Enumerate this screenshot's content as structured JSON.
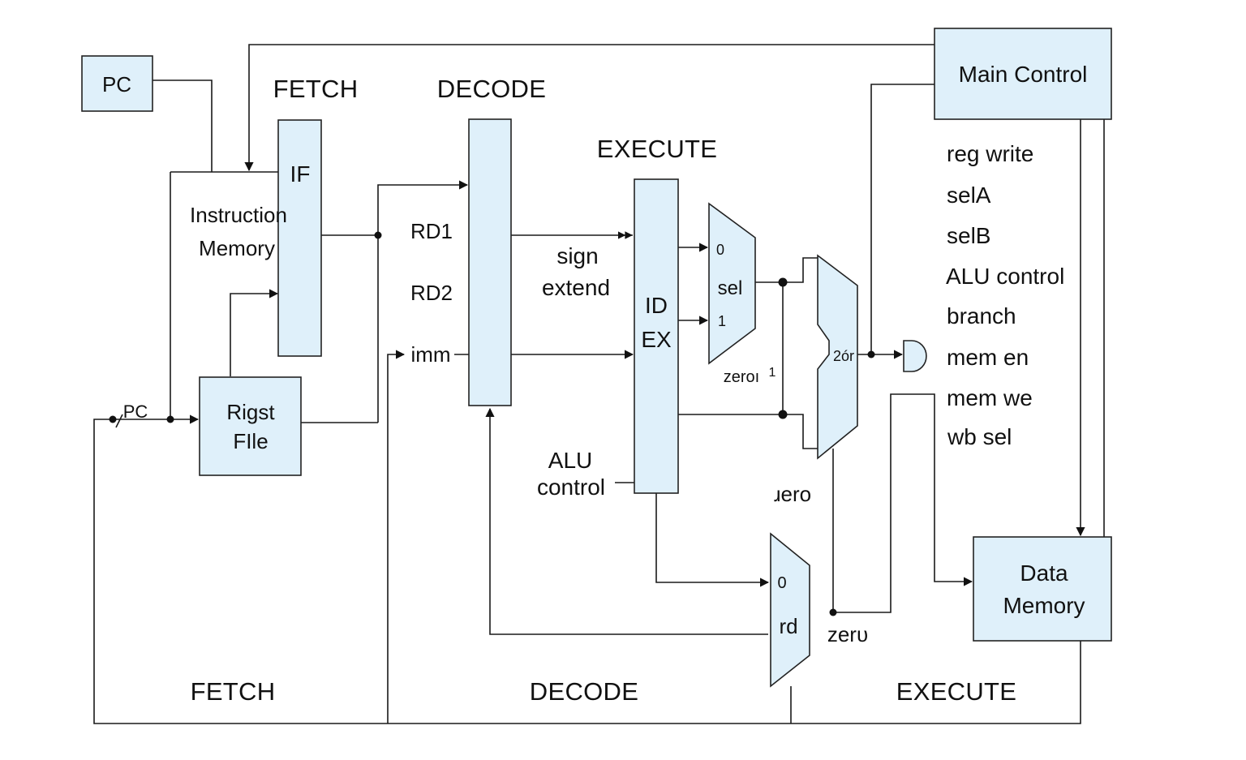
{
  "blocks": {
    "pc": "PC",
    "if_stage": "IF",
    "instruction_memory": [
      "Instruction",
      "Memory"
    ],
    "decode_register": "",
    "register_file": [
      "Rigst",
      "FIle"
    ],
    "id_ex": [
      "ID",
      "EX"
    ],
    "main_control": "Main Control",
    "data_memory": [
      "Data",
      "Memory"
    ]
  },
  "stage_labels_top": {
    "fetch": "FETCH",
    "decode": "DECODE",
    "execute": "EXECUTE"
  },
  "stage_labels_bottom": {
    "fetch": "FETCH",
    "decode": "DECODE",
    "execute": "EXECUTE"
  },
  "signal_labels": {
    "rd1": "RD1",
    "rd2": "RD2",
    "imm": "imm",
    "sign_extend": [
      "sign",
      "extend"
    ],
    "alu_control": [
      "ALU",
      "control"
    ],
    "pc_feedback": "PC",
    "mux_input_0": "0",
    "mux_sel": "sel",
    "mux_input_1": "1",
    "zero_near_mux": "zeroı",
    "zero_near_mux_1": "1",
    "alu_label": "2ór",
    "zero_mid": "ɹero",
    "writeback_mux_0": "0",
    "writeback_mux_rd": "rd",
    "zero_bottom": "zerυ"
  },
  "control_signals": [
    "reg write",
    "selA",
    "selB",
    "ALU control",
    "branch",
    "mem en",
    "mem we",
    "wb sel"
  ]
}
